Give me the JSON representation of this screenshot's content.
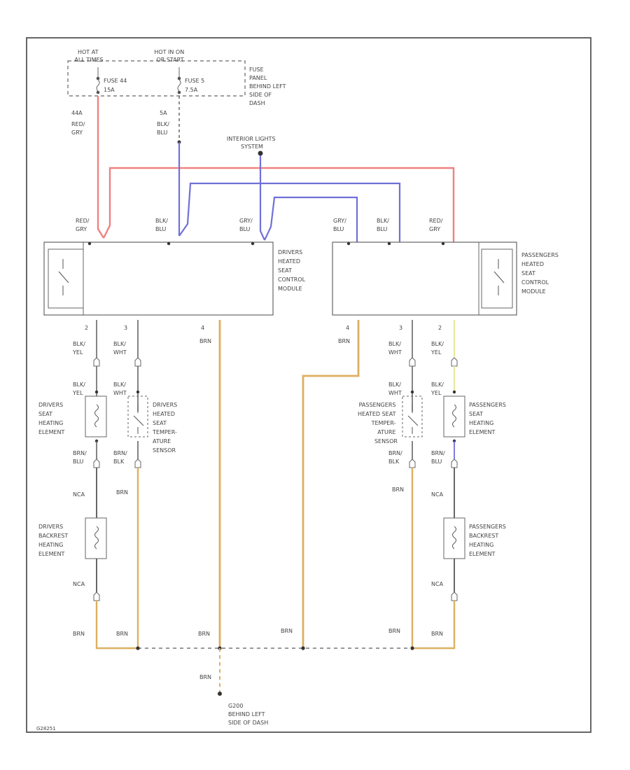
{
  "colors": {
    "red": "#f08080",
    "blue": "#7070d8",
    "brown": "#dcb060",
    "yellow": "#e8e8a0",
    "line": "#444444"
  },
  "power": {
    "hot_at_all_times": [
      "HOT AT",
      "ALL TIMES"
    ],
    "hot_in_on": [
      "HOT IN ON",
      "OR START"
    ],
    "fuse_44": [
      "FUSE 44",
      "15A"
    ],
    "fuse_5": [
      "FUSE 5",
      "7.5A"
    ],
    "fuse_panel": [
      "FUSE",
      "PANEL",
      "BEHIND LEFT",
      "SIDE OF",
      "DASH"
    ]
  },
  "wires": {
    "w44a": "44A",
    "w5a": "5A",
    "red_gry": [
      "RED/",
      "GRY"
    ],
    "blk_blu": [
      "BLK/",
      "BLU"
    ],
    "gry_blu": [
      "GRY/",
      "BLU"
    ],
    "blk_yel": [
      "BLK/",
      "YEL"
    ],
    "blk_wht": [
      "BLK/",
      "WHT"
    ],
    "brn_blu": [
      "BRN/",
      "BLU"
    ],
    "brn_blk": [
      "BRN/",
      "BLK"
    ],
    "brn": "BRN",
    "nca": "NCA"
  },
  "interior_lights": [
    "INTERIOR LIGHTS",
    "SYSTEM"
  ],
  "driver_module": [
    "DRIVERS",
    "HEATED",
    "SEAT",
    "CONTROL",
    "MODULE"
  ],
  "passenger_module": [
    "PASSENGERS",
    "HEATED",
    "SEAT",
    "CONTROL",
    "MODULE"
  ],
  "pins": {
    "p2": "2",
    "p3": "3",
    "p4": "4"
  },
  "driver_seat_element": [
    "DRIVERS",
    "SEAT",
    "HEATING",
    "ELEMENT"
  ],
  "driver_temp_sensor": [
    "DRIVERS",
    "HEATED",
    "SEAT",
    "TEMPER-",
    "ATURE",
    "SENSOR"
  ],
  "passenger_temp_sensor": [
    "PASSENGERS",
    "HEATED SEAT",
    "TEMPER-",
    "ATURE",
    "SENSOR"
  ],
  "passenger_seat_element": [
    "PASSENGERS",
    "SEAT",
    "HEATING",
    "ELEMENT"
  ],
  "driver_backrest": [
    "DRIVERS",
    "BACKREST",
    "HEATING",
    "ELEMENT"
  ],
  "passenger_backrest": [
    "PASSENGERS",
    "BACKREST",
    "HEATING",
    "ELEMENT"
  ],
  "ground": [
    "G200",
    "BEHIND LEFT",
    "SIDE OF DASH"
  ],
  "footer_code": "G28251"
}
